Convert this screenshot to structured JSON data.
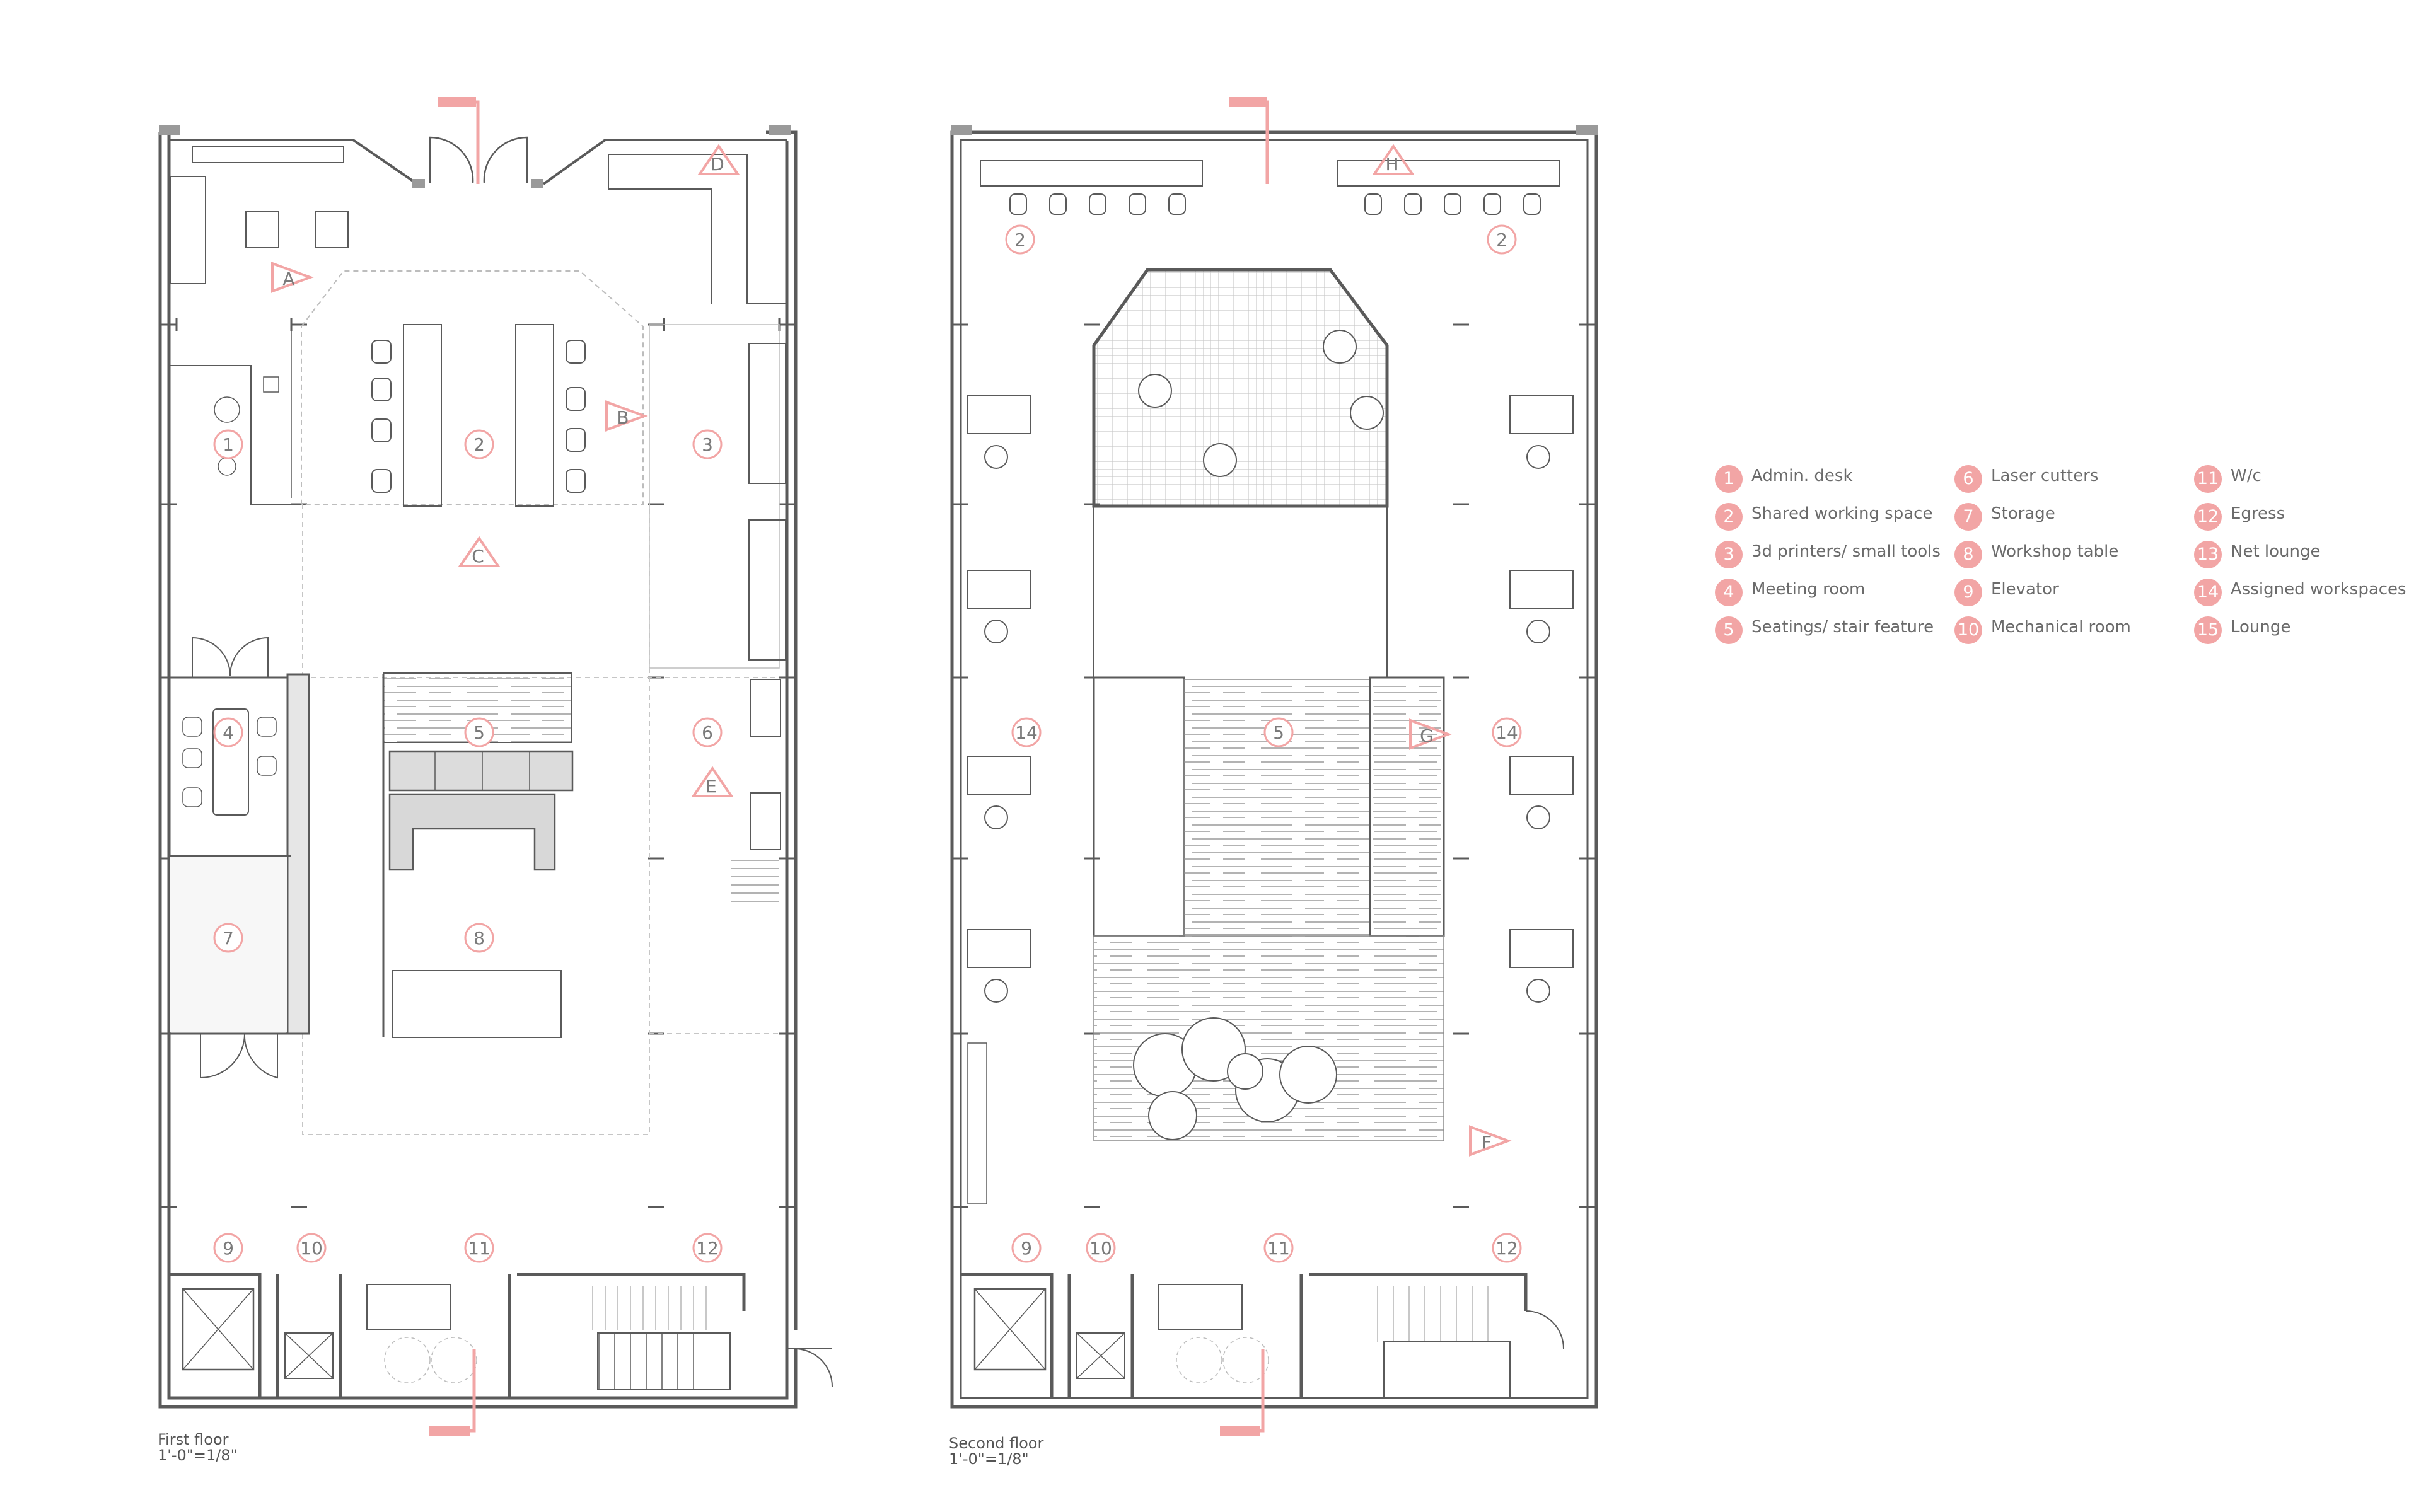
{
  "room_markers": {
    "first": [
      "1",
      "2",
      "3",
      "4",
      "5",
      "6",
      "7",
      "8",
      "9",
      "10",
      "11",
      "12"
    ],
    "second": [
      "2",
      "2",
      "14",
      "14",
      "5",
      "9",
      "10",
      "11",
      "12"
    ]
  },
  "view_markers": {
    "first": [
      "A",
      "B",
      "C",
      "D",
      "E"
    ],
    "second": [
      "H",
      "G",
      "F"
    ]
  },
  "legend": [
    {
      "num": "1",
      "label": "Admin. desk"
    },
    {
      "num": "2",
      "label": "Shared working space"
    },
    {
      "num": "3",
      "label": "3d printers/ small tools"
    },
    {
      "num": "4",
      "label": "Meeting room"
    },
    {
      "num": "5",
      "label": "Seatings/ stair feature"
    },
    {
      "num": "6",
      "label": "Laser cutters"
    },
    {
      "num": "7",
      "label": "Storage"
    },
    {
      "num": "8",
      "label": "Workshop table"
    },
    {
      "num": "9",
      "label": "Elevator"
    },
    {
      "num": "10",
      "label": "Mechanical room"
    },
    {
      "num": "11",
      "label": "W/c"
    },
    {
      "num": "12",
      "label": "Egress"
    },
    {
      "num": "13",
      "label": "Net lounge"
    },
    {
      "num": "14",
      "label": "Assigned workspaces"
    },
    {
      "num": "15",
      "label": "Lounge"
    }
  ],
  "captions": {
    "first": {
      "title": "First floor",
      "scale": "1'-0\"=1/8\""
    },
    "second": {
      "title": "Second floor",
      "scale": "1'-0\"=1/8\""
    }
  },
  "colors": {
    "accent": "#f2a5a5",
    "wall": "#5a5a5a",
    "line": "#8a8a8a",
    "text": "#6b6b6b"
  }
}
